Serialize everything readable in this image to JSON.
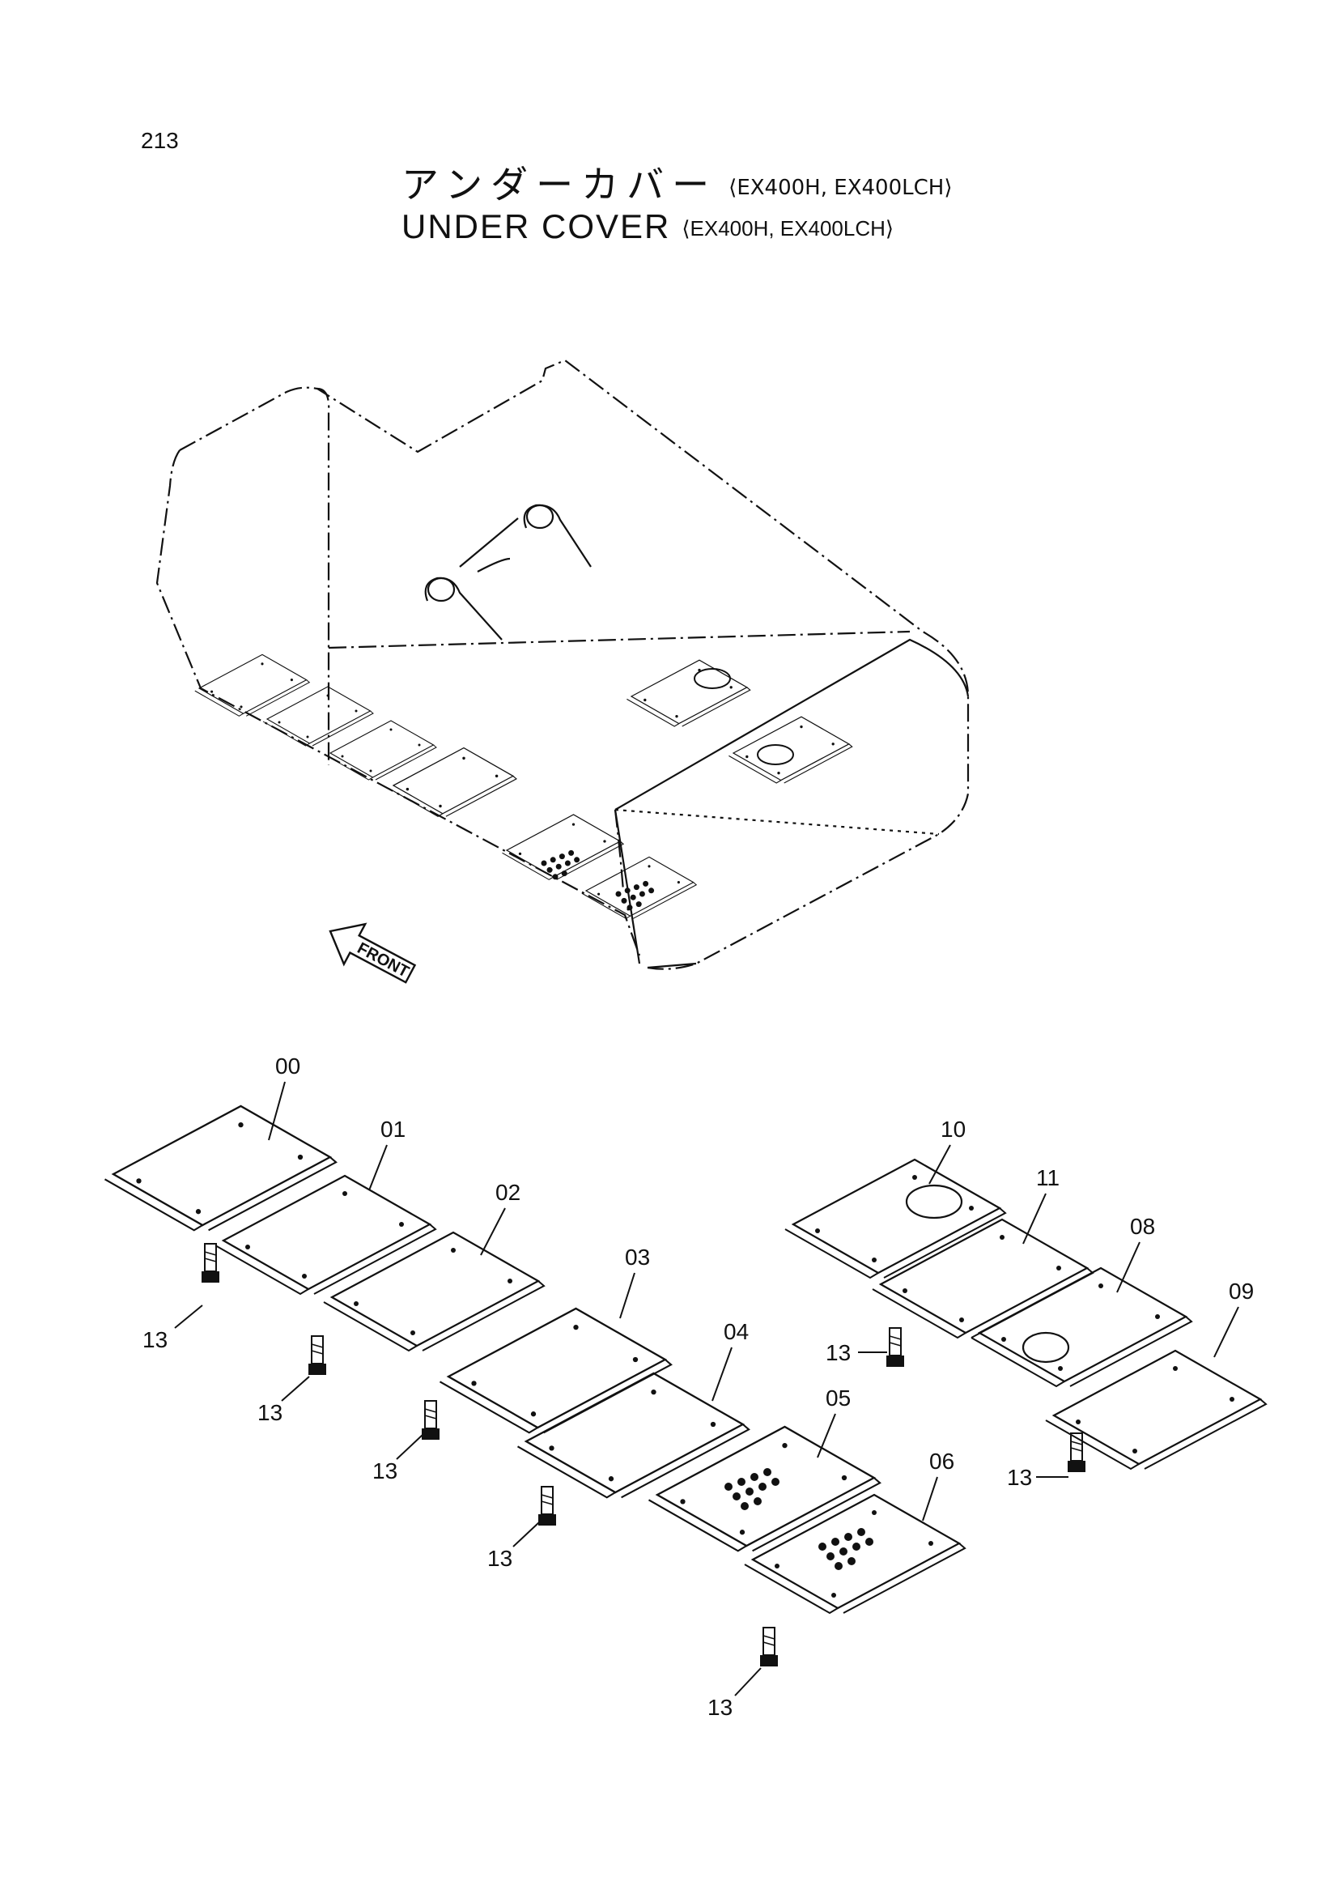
{
  "page_number": "213",
  "title": {
    "jp": "アンダーカバー",
    "en": "UNDER  COVER",
    "models": "⟨EX400H, EX400LCH⟩"
  },
  "front_label": "FRONT",
  "callouts": {
    "c00": "00",
    "c01": "01",
    "c02": "02",
    "c03": "03",
    "c04": "04",
    "c05": "05",
    "c06": "06",
    "c08": "08",
    "c09": "09",
    "c10": "10",
    "c11": "11",
    "c13": "13"
  }
}
